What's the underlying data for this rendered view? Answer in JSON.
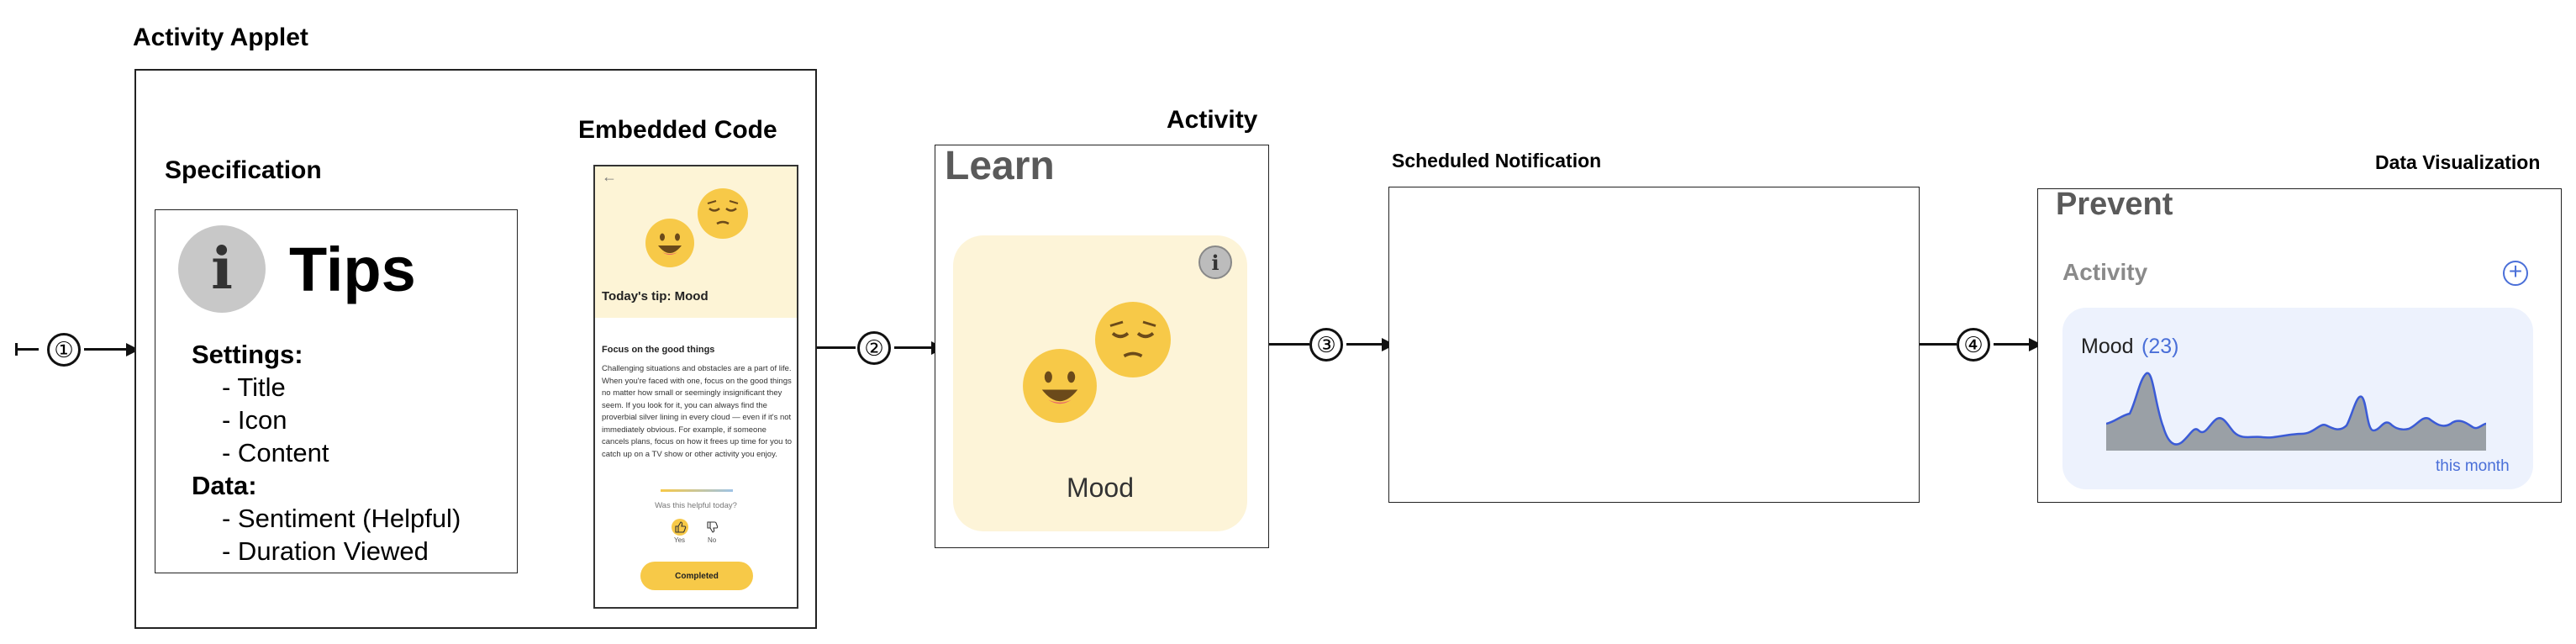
{
  "steps": [
    "①",
    "②",
    "③",
    "④"
  ],
  "applet": {
    "title": "Activity Applet",
    "spec_heading": "Specification",
    "embedded_heading": "Embedded Code",
    "card": {
      "icon_glyph": "i",
      "title": "Tips",
      "settings_label": "Settings:",
      "settings": [
        "- Title",
        "- Icon",
        "- Content"
      ],
      "data_label": "Data:",
      "data": [
        "- Sentiment (Helpful)",
        "- Duration Viewed"
      ]
    },
    "phone": {
      "back": "←",
      "tip_title": "Today's tip: Mood",
      "section_title": "Focus on the good things",
      "body": "Challenging situations and obstacles are a part of life. When you're faced with one, focus on the good things no matter how small or seemingly insignificant they seem. If you look for it, you can always find the proverbial silver lining in every cloud — even if it's not immediately obvious. For example, if someone cancels plans, focus on how it frees up time for you to catch up on a TV show or other activity you enjoy.",
      "question": "Was this helpful today?",
      "yes": "Yes",
      "no": "No",
      "button": "Completed"
    }
  },
  "activity": {
    "heading": "Activity",
    "title": "Learn",
    "info_glyph": "i",
    "label": "Mood"
  },
  "notification": {
    "heading": "Scheduled Notification"
  },
  "dataviz": {
    "heading": "Data Visualization",
    "title": "Prevent",
    "section": "Activity",
    "add_glyph": "+",
    "metric": "Mood",
    "count": "(23)",
    "period": "this month",
    "line_color": "#3b5bd6",
    "fill_color": "#9aa0a6"
  },
  "colors": {
    "emoji": "#f7c948",
    "accent_blue": "#4a6fd8",
    "card_yellow": "#fdf4d8"
  }
}
